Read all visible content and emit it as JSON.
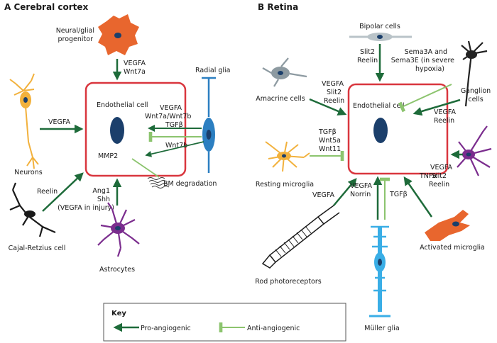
{
  "colors": {
    "pro": "#1e6b3a",
    "anti": "#8cc46e",
    "cell_border": "#d9363e",
    "nucleus": "#1b3f6b",
    "neuron": "#f2b13c",
    "astro": "#7b2d8e",
    "radial": "#2c7fc1",
    "progenitor": "#e8662e",
    "bipolar": "#b9c3c8",
    "amacrine": "#8d9aa1",
    "muller": "#3aaee6",
    "activated": "#e8662e",
    "ganglion": "#222222"
  },
  "panelA": {
    "title": "A  Cerebral cortex",
    "endothelial": "Endothelial cell",
    "mmp2": "MMP2",
    "progenitor": [
      "Neural/glial",
      "progenitor"
    ],
    "progenitor_factors": [
      "VEGFA",
      "Wnt7a"
    ],
    "radial_glia": "Radial glia",
    "radial_factors": [
      "VEGFA",
      "Wnt7a/Wnt7b",
      "TGFβ"
    ],
    "wnt7b": "Wnt7b",
    "neurons": "Neurons",
    "neurons_factor": "VEGFA",
    "reelin": "Reelin",
    "cajal": "Cajal-Retzius cell",
    "astro_factors": [
      "Ang1",
      "Shh",
      "(VEGFA in injury)"
    ],
    "astrocytes": "Astrocytes",
    "bm": "BM degradation"
  },
  "panelB": {
    "title": "B  Retina",
    "endothelial": "Endothelial cell",
    "bipolar": "Bipolar cells",
    "bipolar_factors": [
      "Slit2",
      "Reelin"
    ],
    "sema": [
      "Sema3A and",
      "Sema3E (in severe",
      "hypoxia)"
    ],
    "ganglion": [
      "Ganglion",
      "cells"
    ],
    "ganglion_factors": [
      "VEGFA",
      "Reelin"
    ],
    "amacrine": "Amacrine cells",
    "amacrine_factors": [
      "VEGFA",
      "Slit2",
      "Reelin"
    ],
    "resting_factors": [
      "TGFβ",
      "Wnt5a",
      "Wnt11"
    ],
    "resting": "Resting microglia",
    "right_factors": [
      "VEGFA",
      "Slit2",
      "Reelin"
    ],
    "rod_factor": "VEGFA",
    "rod": "Rod photoreceptors",
    "muller_factors": [
      "VEGFA",
      "Norrin"
    ],
    "tgf": "TGFβ",
    "muller": "Müller glia",
    "tnf": "TNFα",
    "activated": "Activated microglia"
  },
  "key": {
    "title": "Key",
    "pro": "Pro-angiogenic",
    "anti": "Anti-angiogenic"
  }
}
